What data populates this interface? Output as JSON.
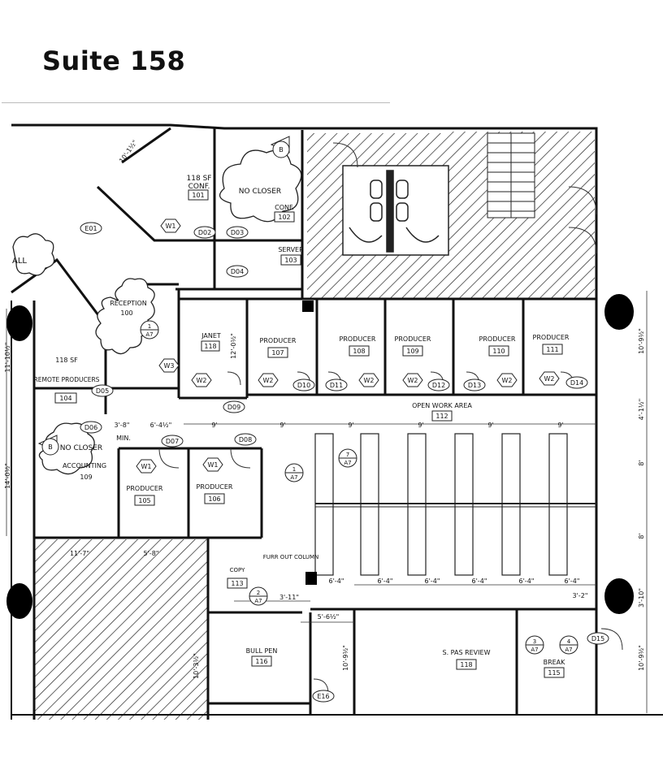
{
  "title": "Suite 158",
  "rooms": [
    {
      "key": "conf101",
      "name": "CONF.",
      "number": "101",
      "extra": "118 SF"
    },
    {
      "key": "conf102",
      "name": "CONF.",
      "number": "102"
    },
    {
      "key": "server103",
      "name": "SERVER",
      "number": "103"
    },
    {
      "key": "reception100",
      "name": "RECEPTION",
      "number": "100"
    },
    {
      "key": "remote104",
      "name": "REMOTE PRODUCERS",
      "number": "104",
      "extra": "118 SF"
    },
    {
      "key": "accounting",
      "name": "ACCOUNTING",
      "number": "109"
    },
    {
      "key": "janet118",
      "name": "JANET",
      "number": "118"
    },
    {
      "key": "producer107",
      "name": "PRODUCER",
      "number": "107"
    },
    {
      "key": "producer108",
      "name": "PRODUCER",
      "number": "108"
    },
    {
      "key": "producer109",
      "name": "PRODUCER",
      "number": "109"
    },
    {
      "key": "producer110",
      "name": "PRODUCER",
      "number": "110"
    },
    {
      "key": "producer111",
      "name": "PRODUCER",
      "number": "111"
    },
    {
      "key": "openwork112",
      "name": "OPEN WORK AREA",
      "number": "112"
    },
    {
      "key": "producer105",
      "name": "PRODUCER",
      "number": "105"
    },
    {
      "key": "producer106",
      "name": "PRODUCER",
      "number": "106"
    },
    {
      "key": "copy113",
      "name": "COPY",
      "number": "113"
    },
    {
      "key": "bullpen116",
      "name": "BULL PEN",
      "number": "116"
    },
    {
      "key": "review118",
      "name": "S. PAS REVIEW",
      "number": "118"
    },
    {
      "key": "break115",
      "name": "BREAK",
      "number": "115"
    }
  ],
  "doors": [
    "E01",
    "D02",
    "D03",
    "D04",
    "D05",
    "D06",
    "D07",
    "D08",
    "D09",
    "D10",
    "D11",
    "D12",
    "D13",
    "D14",
    "D15",
    "E16"
  ],
  "windows": [
    "W1",
    "W2",
    "W3"
  ],
  "notes": {
    "no_closer_1": "NO CLOSER",
    "no_closer_2": "NO CLOSER",
    "furr_out": "FURR OUT COLUMN",
    "min": "MIN.",
    "all": "ALL"
  },
  "dimensions": [
    "10'-1½\"",
    "11'-10½\"",
    "14'-0½\"",
    "12'-0½\"",
    "3'-8\"",
    "6'-4½\"",
    "9'",
    "9'",
    "9'",
    "9'",
    "9'",
    "9'",
    "10'-9½\"",
    "4'-1½\"",
    "8'",
    "8'",
    "3'-10\"",
    "3'-2\"",
    "10'-9½\"",
    "6'-4\"",
    "6'-4\"",
    "6'-4\"",
    "6'-4\"",
    "6'-4\"",
    "6'-4\"",
    "3'-11\"",
    "5'-6½\"",
    "10'-9½\"",
    "10'-3½\"",
    "11'-7\"",
    "5'-8\""
  ],
  "markers": {
    "section_b1": "B",
    "section_b2": "B",
    "detail_1_num": "1",
    "detail_1_sheet": "A7",
    "detail_2_num": "2",
    "detail_2_sheet": "A7",
    "detail_3_num": "3",
    "detail_3_sheet": "A7",
    "detail_4_num": "4",
    "detail_4_sheet": "A7",
    "detail_5_num": "1",
    "detail_5_sheet": "A7",
    "detail_6_num": "7",
    "detail_6_sheet": "A7"
  }
}
